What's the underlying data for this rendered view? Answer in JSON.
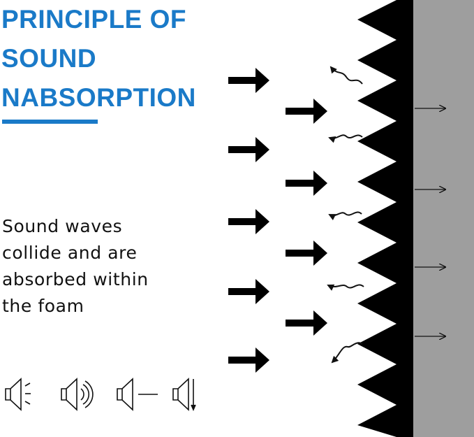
{
  "title": {
    "line1": "PRINCIPLE OF",
    "line2": "SOUND",
    "line3": "NABSORPTION"
  },
  "description": {
    "line1": "Sound waves",
    "line2": "collide and are",
    "line3": "absorbed within",
    "line4": "the foam"
  },
  "colors": {
    "accent": "#1a7ac8",
    "foam": "#000000",
    "wall": "#9e9e9e",
    "text": "#111111"
  },
  "icons": [
    "speaker-waves-icon",
    "speaker-echo-icon",
    "speaker-line-icon",
    "speaker-down-arrow-icon"
  ]
}
